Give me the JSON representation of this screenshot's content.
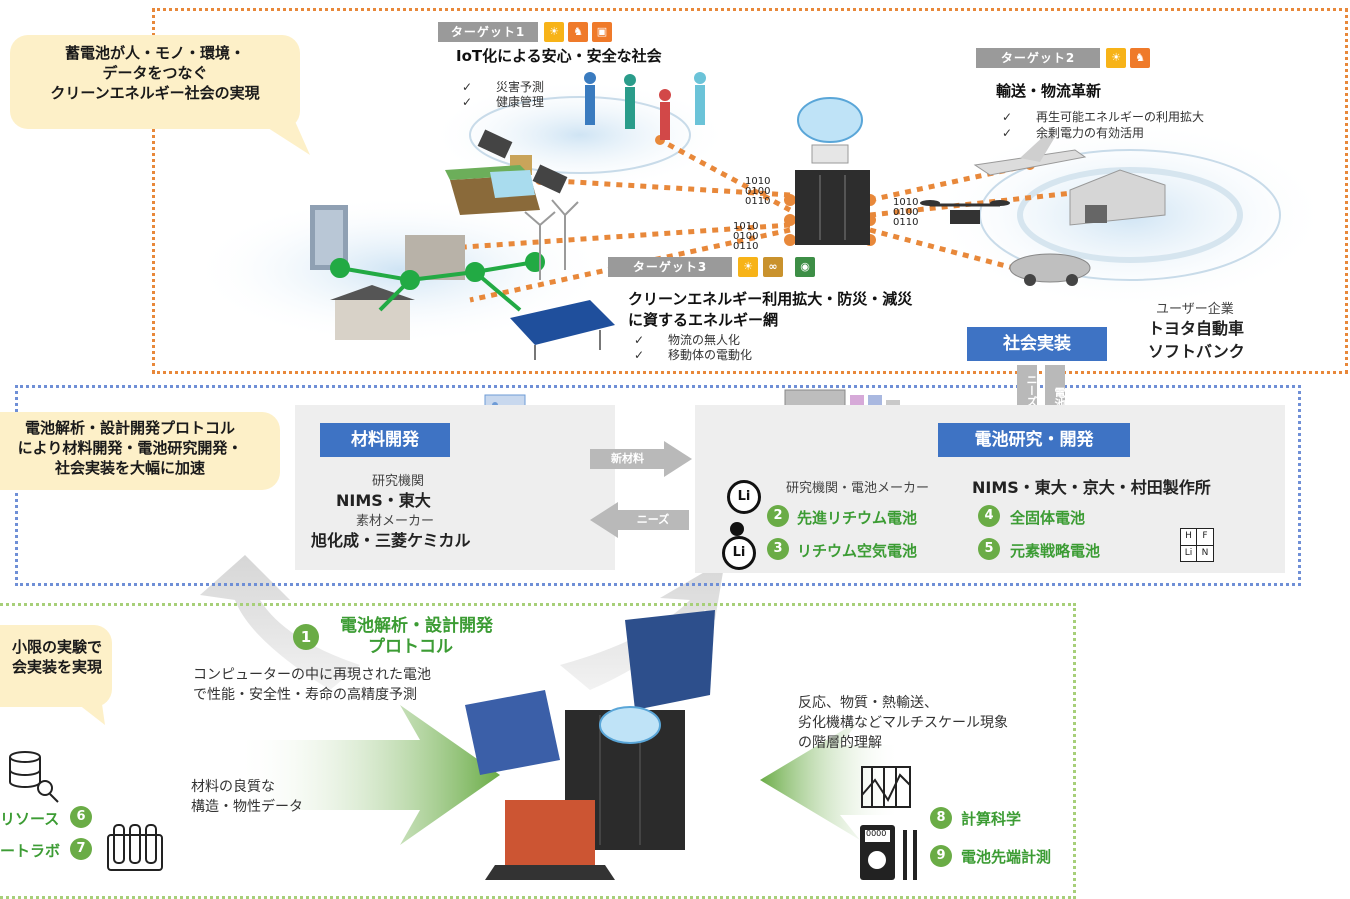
{
  "callouts": {
    "top": [
      "蓄電池が人・モノ・環境・",
      "データをつなぐ",
      "クリーンエネルギー社会の実現"
    ],
    "middle": [
      "電池解析・設計開発プロトコル",
      "により材料開発・電池研究開発・",
      "社会実装を大幅に加速"
    ],
    "bottom": [
      "小限の実験で",
      "会実装を実現"
    ]
  },
  "target1": {
    "tag": "ターゲット1",
    "title": "IoT化による安心・安全な社会",
    "items": [
      "災害予測",
      "健康管理"
    ]
  },
  "target2": {
    "tag": "ターゲット2",
    "title": "輸送・物流革新",
    "items": [
      "再生可能エネルギーの利用拡大",
      "余剰電力の有効活用"
    ]
  },
  "target3": {
    "tag": "ターゲット3",
    "title_lines": [
      "クリーンエネルギー利用拡大・防災・減災",
      "に資するエネルギー網"
    ],
    "items": [
      "物流の無人化",
      "移動体の電動化"
    ]
  },
  "binary": [
    "1010",
    "0100",
    "0110"
  ],
  "users": {
    "label": "ユーザー企業",
    "companies": [
      "トヨタ自動車",
      "ソフトバンク"
    ]
  },
  "social": {
    "label": "社会実装",
    "needs": "ニーズ",
    "battery": "電池"
  },
  "materials": {
    "label": "材料開発",
    "research_label": "研究機関",
    "research": "NIMS・東大",
    "maker_label": "素材メーカー",
    "makers": "旭化成・三菱ケミカル"
  },
  "arrows": {
    "new_material": "新材料",
    "needs": "ニーズ"
  },
  "battery_rd": {
    "label": "電池研究・開発",
    "orgs_label": "研究機関・電池メーカー",
    "orgs": "NIMS・東大・京大・村田製作所",
    "li": "Li",
    "types": [
      {
        "num": "2",
        "name": "先進リチウム電池"
      },
      {
        "num": "3",
        "name": "リチウム空気電池"
      },
      {
        "num": "4",
        "name": "全固体電池"
      },
      {
        "num": "5",
        "name": "元素戦略電池"
      }
    ],
    "elements": [
      "H",
      "F",
      "Li",
      "N"
    ]
  },
  "protocol": {
    "num": "1",
    "title_lines": [
      "電池解析・設計開発",
      "プロトコル"
    ],
    "desc_lines": [
      "コンピューターの中に再現された電池",
      "で性能・安全性・寿命の高精度予測"
    ]
  },
  "material_data_lines": [
    "材料の良質な",
    "構造・物性データ"
  ],
  "multiscale_lines": [
    "反応、物質・熱輸送、",
    "劣化機構などマルチスケール現象",
    "の階層的理解"
  ],
  "right_items": [
    {
      "num": "8",
      "name": "計算科学"
    },
    {
      "num": "9",
      "name": "電池先端計測"
    }
  ],
  "left_items": [
    {
      "num": "6",
      "name": "リソース"
    },
    {
      "num": "7",
      "name": "ートラボ"
    }
  ],
  "meter_display": "0000",
  "colors": {
    "orange": "#e8883a",
    "blue": "#3e73c4",
    "green": "#6aac46",
    "callout": "#fdf0c8"
  }
}
